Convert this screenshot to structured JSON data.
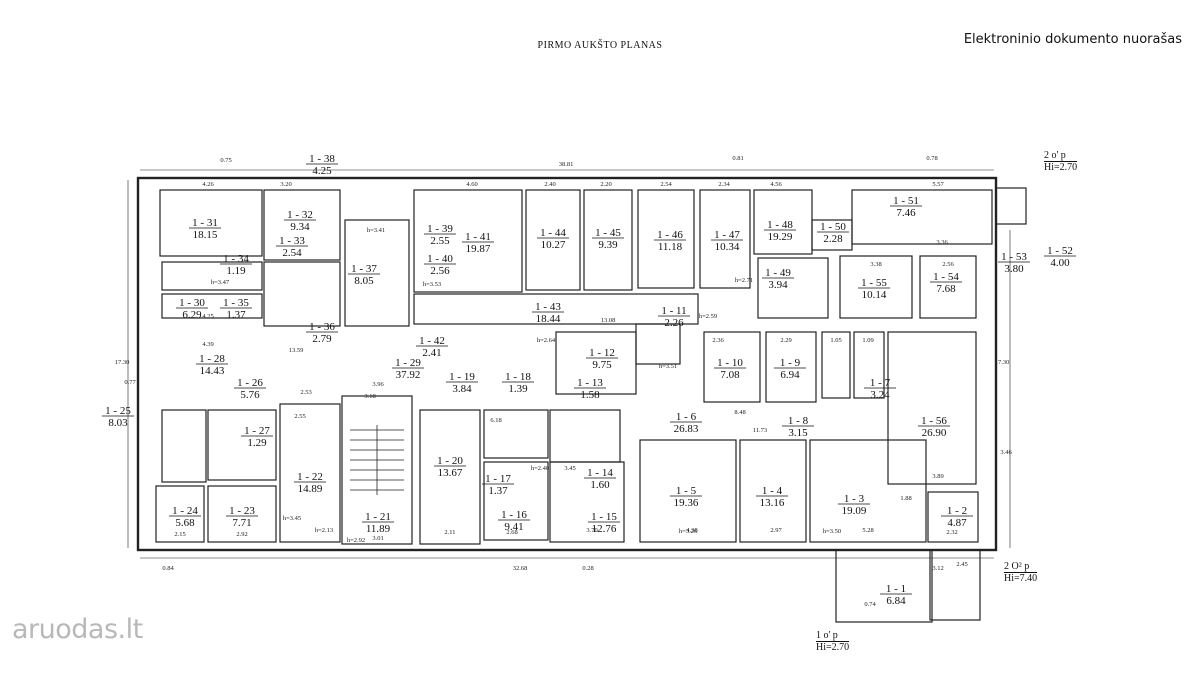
{
  "header": {
    "plan_title": "PIRMO AUKŠTO PLANAS",
    "stamp": "Elektroninio dokumento nuorašas"
  },
  "watermark": {
    "brand": "aruodas",
    "dot": ".",
    "tld": "lt"
  },
  "floor_marks": [
    {
      "id": "f1",
      "label": "2 o' p",
      "h": "Hi=2.70"
    },
    {
      "id": "f2",
      "label": "2 O² p",
      "h": "Hi=7.40"
    },
    {
      "id": "f3",
      "label": "1 o' p",
      "h": "Hi=2.70"
    }
  ],
  "rooms": [
    {
      "code": "1 - 31",
      "area": "18.15"
    },
    {
      "code": "1 - 32",
      "area": "9.34"
    },
    {
      "code": "1 - 33",
      "area": "2.54"
    },
    {
      "code": "1 - 34",
      "area": "1.19"
    },
    {
      "code": "1 - 30",
      "area": "6.29"
    },
    {
      "code": "1 - 35",
      "area": "1.37"
    },
    {
      "code": "1 - 38",
      "area": "4.25"
    },
    {
      "code": "1 - 37",
      "area": "8.05"
    },
    {
      "code": "1 - 36",
      "area": "2.79"
    },
    {
      "code": "1 - 39",
      "area": "2.55"
    },
    {
      "code": "1 - 40",
      "area": "2.56"
    },
    {
      "code": "1 - 41",
      "area": "19.87"
    },
    {
      "code": "1 - 42",
      "area": "2.41"
    },
    {
      "code": "1 - 43",
      "area": "18.44"
    },
    {
      "code": "1 - 44",
      "area": "10.27"
    },
    {
      "code": "1 - 45",
      "area": "9.39"
    },
    {
      "code": "1 - 46",
      "area": "11.18"
    },
    {
      "code": "1 - 47",
      "area": "10.34"
    },
    {
      "code": "1 - 48",
      "area": "19.29"
    },
    {
      "code": "1 - 49",
      "area": "3.94"
    },
    {
      "code": "1 - 50",
      "area": "2.28"
    },
    {
      "code": "1 - 51",
      "area": "7.46"
    },
    {
      "code": "1 - 52",
      "area": "4.00"
    },
    {
      "code": "1 - 53",
      "area": "3.80"
    },
    {
      "code": "1 - 54",
      "area": "7.68"
    },
    {
      "code": "1 - 55",
      "area": "10.14"
    },
    {
      "code": "1 - 11",
      "area": "2.26"
    },
    {
      "code": "1 - 28",
      "area": "14.43"
    },
    {
      "code": "1 - 26",
      "area": "5.76"
    },
    {
      "code": "1 - 29",
      "area": "37.92"
    },
    {
      "code": "1 - 12",
      "area": "9.75"
    },
    {
      "code": "1 - 13",
      "area": "1.58"
    },
    {
      "code": "1 - 18",
      "area": "1.39"
    },
    {
      "code": "1 - 19",
      "area": "3.84"
    },
    {
      "code": "1 - 10",
      "area": "7.08"
    },
    {
      "code": "1 - 9",
      "area": "6.94"
    },
    {
      "code": "1 - 7",
      "area": "3.24"
    },
    {
      "code": "1 - 8",
      "area": "3.15"
    },
    {
      "code": "1 - 6",
      "area": "26.83"
    },
    {
      "code": "1 - 56",
      "area": "26.90"
    },
    {
      "code": "1 - 25",
      "area": "8.03"
    },
    {
      "code": "1 - 27",
      "area": "1.29"
    },
    {
      "code": "1 - 22",
      "area": "14.89"
    },
    {
      "code": "1 - 20",
      "area": "13.67"
    },
    {
      "code": "1 - 21",
      "area": "11.89"
    },
    {
      "code": "1 - 24",
      "area": "5.68"
    },
    {
      "code": "1 - 23",
      "area": "7.71"
    },
    {
      "code": "1 - 17",
      "area": "1.37"
    },
    {
      "code": "1 - 14",
      "area": "1.60"
    },
    {
      "code": "1 - 16",
      "area": "9.41"
    },
    {
      "code": "1 - 15",
      "area": "12.76"
    },
    {
      "code": "1 - 5",
      "area": "19.36"
    },
    {
      "code": "1 - 4",
      "area": "13.16"
    },
    {
      "code": "1 - 3",
      "area": "19.09"
    },
    {
      "code": "1 - 2",
      "area": "4.87"
    },
    {
      "code": "1 - 1",
      "area": "6.84"
    }
  ],
  "dims": [
    "38.81",
    "32.68",
    "17.30",
    "17.30",
    "4.26",
    "3.20",
    "4.60",
    "2.40",
    "2.20",
    "2.54",
    "2.34",
    "4.56",
    "5.57",
    "13.59",
    "13.08",
    "11.73",
    "8.48",
    "3.96",
    "4.39",
    "4.25",
    "3.18",
    "2.55",
    "2.53",
    "6.18",
    "3.45",
    "3.70",
    "2.68",
    "4.38",
    "2.97",
    "5.28",
    "2.32",
    "2.15",
    "2.92",
    "3.01",
    "2.11",
    "1.88",
    "3.89",
    "3.36",
    "3.38",
    "2.56",
    "2.36",
    "2.29",
    "1.05",
    "1.09",
    "0.77",
    "0.75",
    "0.81",
    "0.78",
    "0.84",
    "0.28",
    "3.12",
    "2.45",
    "0.74",
    "3.46",
    "h=3.51",
    "h=3.26",
    "h=3.50",
    "h=2.13",
    "h=2.92",
    "h=3.45",
    "h=3.47",
    "h=2.71",
    "h=2.59",
    "h=2.64",
    "h=3.41",
    "h=3.53",
    "h=2.40"
  ]
}
